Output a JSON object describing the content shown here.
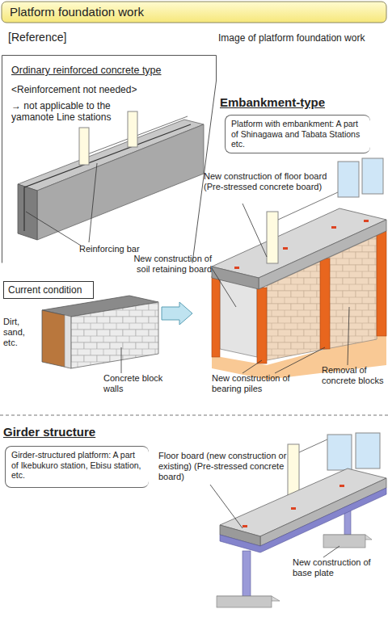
{
  "diagram": {
    "title": "Platform foundation work",
    "nodes": [
      {
        "text": [
          "Ordinary reinforced concrete type",
          "<Reinforcement not needed>",
          "→ not applicable to the yamanote Line stations",
          "Reinforcing bar"
        ]
      },
      {
        "text": [
          "Platform with embankment: A part of Shinagawa and Tabata Stations etc."
        ]
      },
      {
        "text": [
          "Current condition"
        ]
      },
      {
        "text": [
          "Girder-structured platform: A part of Ikebukuro station, Ebisu station, etc."
        ]
      }
    ],
    "labels": [
      "[Reference]",
      "Image of platform foundation work",
      "Embankment-type",
      "New construction of floor board (Pre-stressed concrete board)",
      "New construction of soil retaining board",
      "Dirt, sand, etc.",
      "Concrete block walls",
      "Removal of concrete blocks",
      "New construction of bearing piles",
      "Girder structure",
      "Floor board (new construction or existing) (Pre-stressed concrete board)",
      "New construction of base plate"
    ]
  }
}
